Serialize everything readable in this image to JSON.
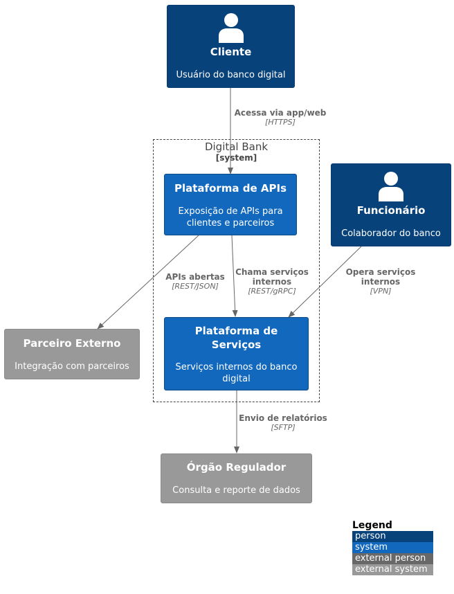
{
  "boundary": {
    "title": "Digital Bank",
    "type": "[system]"
  },
  "nodes": {
    "cliente": {
      "title": "Cliente",
      "description": "Usuário do banco digital"
    },
    "plataforma_apis": {
      "title": "Plataforma de APIs",
      "description": "Exposição de APIs para clientes e parceiros"
    },
    "funcionario": {
      "title": "Funcionário",
      "description": "Colaborador do banco"
    },
    "parceiro_externo": {
      "title": "Parceiro Externo",
      "description": "Integração com parceiros"
    },
    "plataforma_servicos": {
      "title": "Plataforma de Serviços",
      "description": "Serviços internos do banco digital"
    },
    "orgao_regulador": {
      "title": "Órgão Regulador",
      "description": "Consulta e reporte de dados"
    }
  },
  "relations": {
    "cliente_apis": {
      "label": "Acessa via app/web",
      "tech": "[HTTPS]"
    },
    "apis_parceiro": {
      "label": "APIs abertas",
      "tech": "[REST/JSON]"
    },
    "apis_servicos": {
      "label_line1": "Chama serviços",
      "label_line2": "internos",
      "tech": "[REST/gRPC]"
    },
    "funcionario_servicos": {
      "label_line1": "Opera serviços",
      "label_line2": "internos",
      "tech": "[VPN]"
    },
    "servicos_regulador": {
      "label": "Envio de relatórios",
      "tech": "[SFTP]"
    }
  },
  "legend": {
    "title": "Legend",
    "items": [
      {
        "label": "person",
        "color": "#08427b"
      },
      {
        "label": "system",
        "color": "#1168bd"
      },
      {
        "label": "external person",
        "color": "#686868"
      },
      {
        "label": "external system",
        "color": "#999999"
      }
    ]
  },
  "colors": {
    "person": "#08427b",
    "system": "#1168bd",
    "external": "#999999",
    "arrow": "#666666"
  }
}
